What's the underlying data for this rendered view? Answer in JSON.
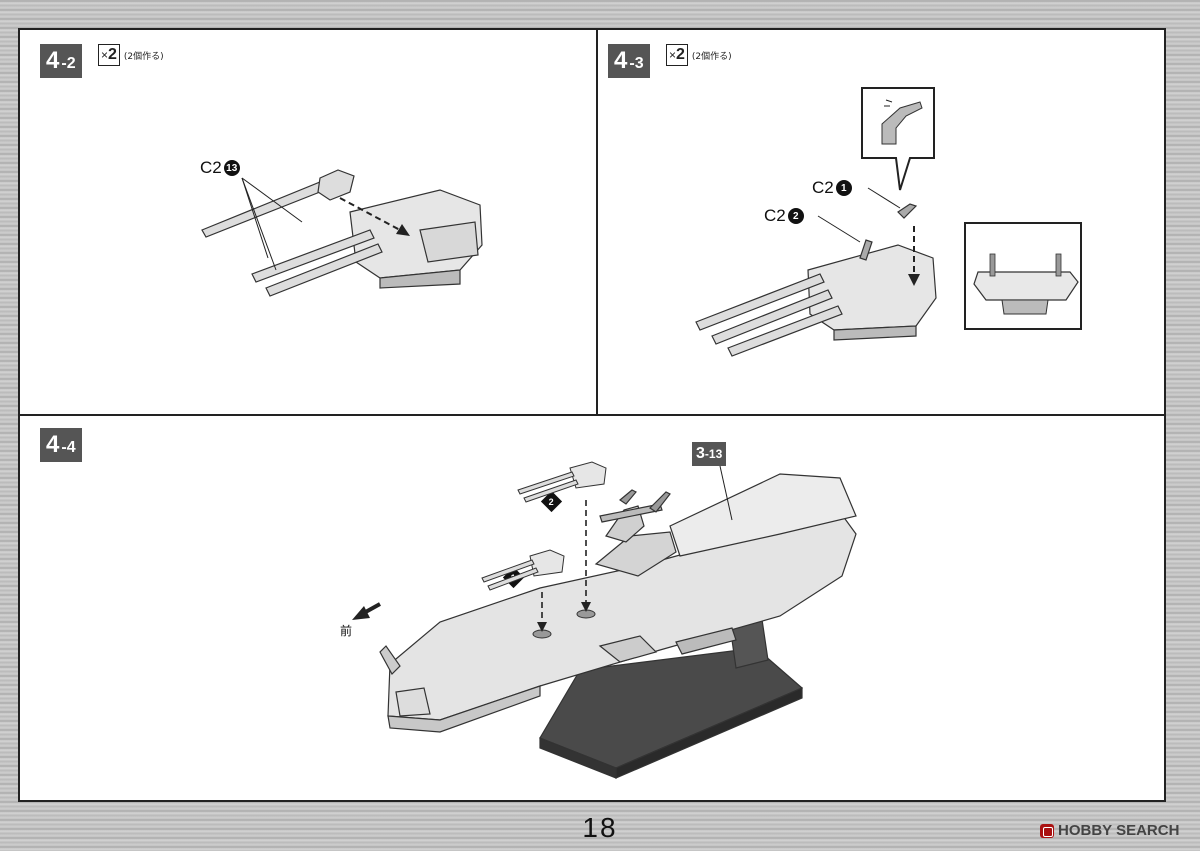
{
  "steps": {
    "s42": {
      "num": "4",
      "sub": "-2",
      "mult": "2",
      "mult_prefix": "×",
      "note": "(2個作る)",
      "part_label": "C2",
      "part_num": "13"
    },
    "s43": {
      "num": "4",
      "sub": "-3",
      "mult": "2",
      "mult_prefix": "×",
      "note": "(2個作る)",
      "part1_label": "C2",
      "part1_num": "1",
      "part2_label": "C2",
      "part2_num": "2"
    },
    "s44": {
      "num": "4",
      "sub": "-4",
      "ref_num": "3",
      "ref_sub": "-13",
      "marker1": "1",
      "marker2": "2",
      "direction": "前"
    }
  },
  "footer": {
    "page_number": "18",
    "watermark": "HOBBY SEARCH"
  }
}
